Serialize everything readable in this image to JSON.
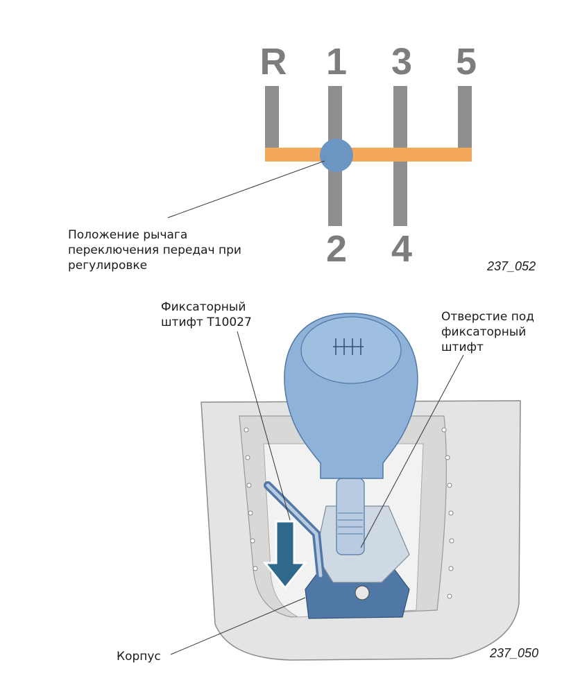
{
  "shift_pattern": {
    "gears_top": [
      "R",
      "1",
      "3",
      "5"
    ],
    "gears_bottom": [
      "2",
      "4"
    ],
    "colors": {
      "track": "#8e8e8e",
      "neutral_bar": "#f4a85c",
      "knob_dot": "#6b96c4"
    },
    "label_lines": [
      "Положение рычага",
      "переключения передач при",
      "регулировке"
    ],
    "ref": "237_052"
  },
  "assembly": {
    "pin_label_lines": [
      "Фиксаторный",
      "штифт T10027"
    ],
    "hole_label_lines": [
      "Отверстие под",
      "фиксаторный",
      "штифт"
    ],
    "housing_label": "Корпус",
    "ref": "237_050",
    "colors": {
      "knob": "#8fb3d8",
      "knob_dark": "#4f78a6",
      "arrow": "#2f6a8c",
      "housing": "#e4e4e4"
    }
  }
}
